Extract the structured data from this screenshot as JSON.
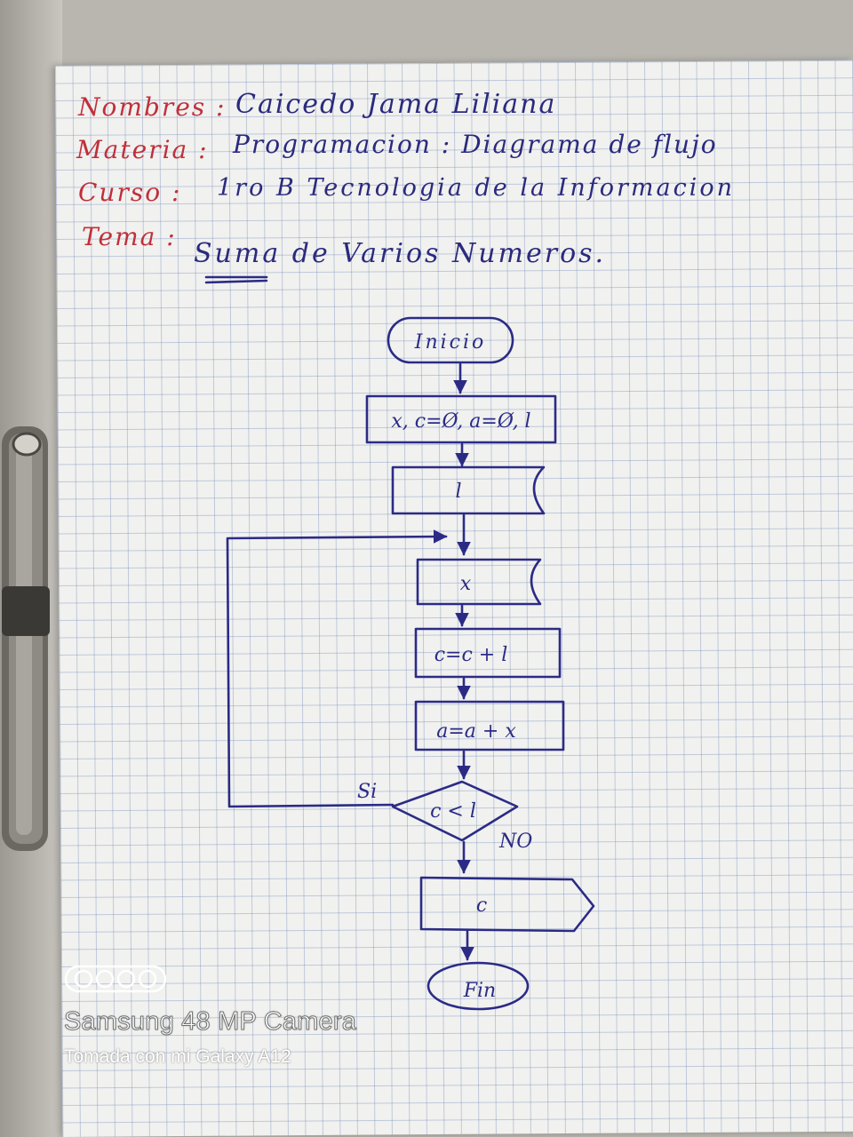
{
  "header": {
    "nombres": {
      "label": "Nombres :",
      "value": "Caicedo Jama Liliana"
    },
    "materia": {
      "label": "Materia :",
      "value": "Programacion :  Diagrama de flujo"
    },
    "curso": {
      "label": "Curso :",
      "value": "1ro B  Tecnologia de la Informacion"
    },
    "tema": {
      "label": "Tema :",
      "value": "Suma de Varios Numeros."
    }
  },
  "flowchart": {
    "start": "Inicio",
    "init": "x, c=Ø, a=Ø, l",
    "input_l": "l",
    "input_x": "x",
    "counter": "c=c + l",
    "accumulator": "a=a + x",
    "decision": "c < l",
    "yes_label": "Si",
    "no_label": "NO",
    "output": "c",
    "end": "Fin"
  },
  "watermark": {
    "camera": "Samsung 48 MP Camera",
    "device": "Tomada con mi Galaxy A12"
  },
  "colors": {
    "ink_blue": "#2b2b86",
    "ink_red": "#c0303a",
    "grid": "#6e87b9"
  }
}
